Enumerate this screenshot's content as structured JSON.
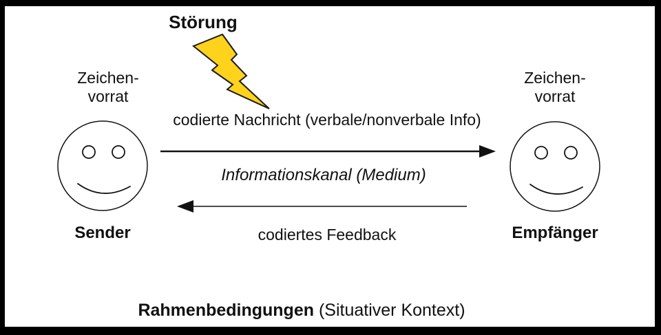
{
  "diagram": {
    "disturbance_label": "Störung",
    "message_label": "codierte Nachricht (verbale/nonverbale Info)",
    "channel_label": "Informationskanal (Medium)",
    "feedback_label": "codiertes Feedback",
    "sender": {
      "vocabulary_line1": "Zeichen-",
      "vocabulary_line2": "vorrat",
      "label": "Sender"
    },
    "receiver": {
      "vocabulary_line1": "Zeichen-",
      "vocabulary_line2": "vorrat",
      "label": "Empfänger"
    },
    "footer": {
      "bold": "Rahmenbedingungen",
      "regular": " (Situativer Kontext)"
    }
  },
  "colors": {
    "frame": "#000000",
    "background": "#ffffff",
    "text": "#111111",
    "lightning_fill": "#ffd21c",
    "lightning_outline": "#1a1a1a",
    "line": "#111111"
  },
  "icons": {
    "lightning": "lightning-bolt-icon",
    "sender_face": "smiley-face-icon",
    "receiver_face": "smiley-face-icon",
    "message_arrow": "arrow-right-icon",
    "feedback_arrow": "arrow-left-icon"
  }
}
